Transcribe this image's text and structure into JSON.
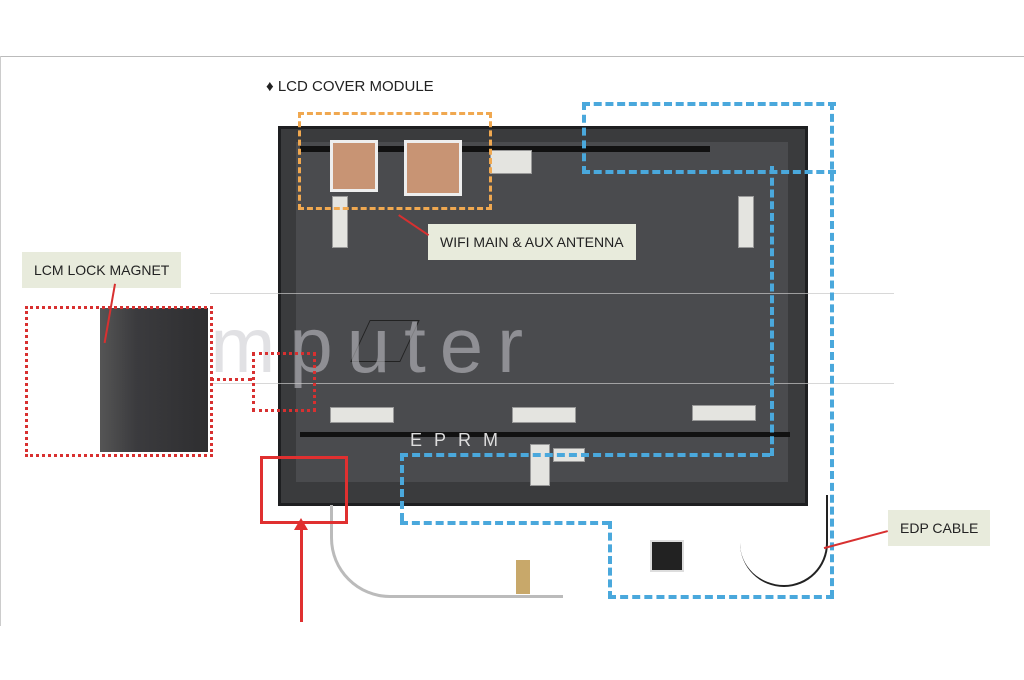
{
  "title": {
    "bullet": "♦",
    "text": "LCD COVER MODULE"
  },
  "labels": {
    "wifi": "WIFI MAIN & AUX ANTENNA",
    "magnet": "LCM LOCK MAGNET",
    "edp": "EDP CABLE"
  },
  "photo": {
    "brand_mark": "EPRM"
  },
  "watermark": "computer",
  "colors": {
    "wifi_box": "#f0a850",
    "edp_box": "#4aa8dc",
    "magnet_box": "#d83030",
    "hinge_box": "#e03030"
  }
}
